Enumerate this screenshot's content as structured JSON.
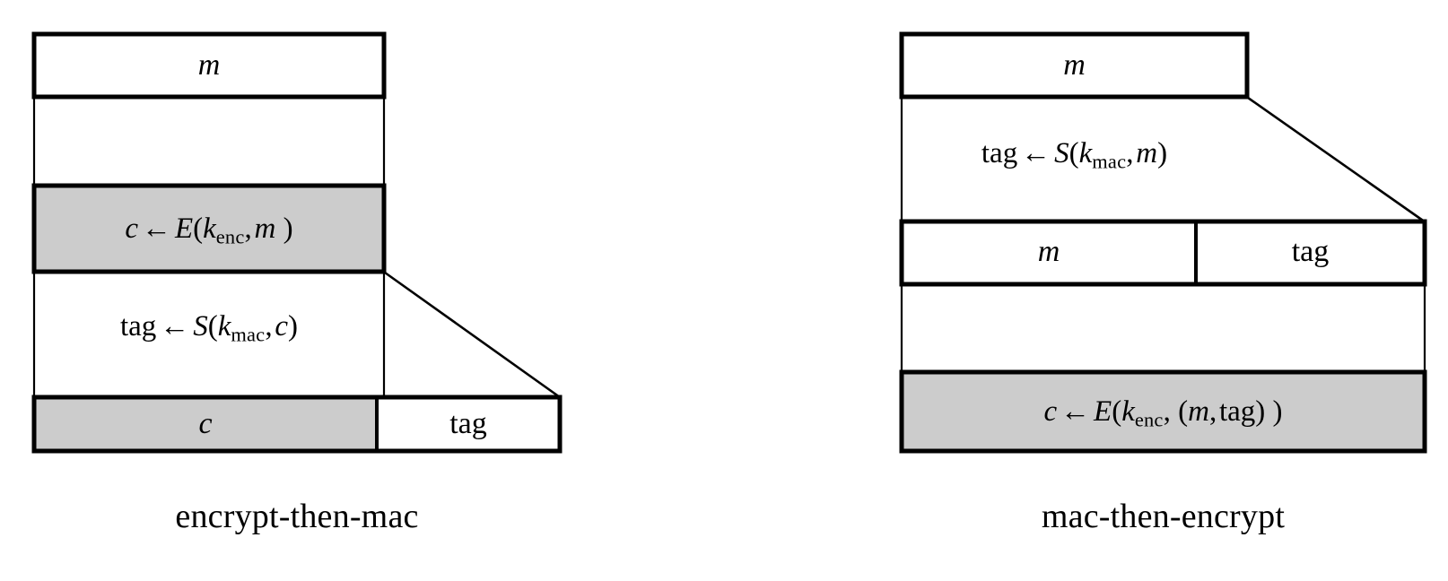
{
  "figure": {
    "background_color": "#ffffff",
    "line_color": "#000000",
    "gray_fill": "#cccccc",
    "white_fill": "#ffffff"
  },
  "left_panel": {
    "caption": "encrypt-then-mac",
    "rows": {
      "message_box": {
        "label": "m",
        "fill": "#ffffff"
      },
      "encrypt_step": {
        "result": "c",
        "arrow": "←",
        "func": "E",
        "open_paren": "(",
        "key": "k",
        "key_sub": "enc",
        "comma": ",",
        "arg": "m",
        "close_paren": ")",
        "fill": "#cccccc"
      },
      "mac_step": {
        "result": "tag",
        "arrow": "←",
        "func": "S",
        "open_paren": "(",
        "key": "k",
        "key_sub": "mac",
        "comma": ",",
        "arg": "c",
        "close_paren": ")"
      },
      "output_left": {
        "label": "c",
        "fill": "#cccccc"
      },
      "output_right": {
        "label": "tag",
        "fill": "#ffffff"
      }
    }
  },
  "right_panel": {
    "caption": "mac-then-encrypt",
    "rows": {
      "message_box": {
        "label": "m",
        "fill": "#ffffff"
      },
      "mac_step": {
        "result": "tag",
        "arrow": "←",
        "func": "S",
        "open_paren": "(",
        "key": "k",
        "key_sub": "mac",
        "comma": ",",
        "arg": "m",
        "close_paren": ")"
      },
      "concat_left": {
        "label": "m",
        "fill": "#ffffff"
      },
      "concat_right": {
        "label": "tag",
        "fill": "#ffffff"
      },
      "encrypt_step": {
        "result": "c",
        "arrow": "←",
        "func": "E",
        "open_paren": "(",
        "key": "k",
        "key_sub": "enc",
        "comma": ",",
        "inner_open": "(",
        "arg1": "m",
        "inner_comma": ",",
        "arg2": "tag",
        "inner_close": ")",
        "close_paren": ")",
        "fill": "#cccccc"
      }
    }
  }
}
